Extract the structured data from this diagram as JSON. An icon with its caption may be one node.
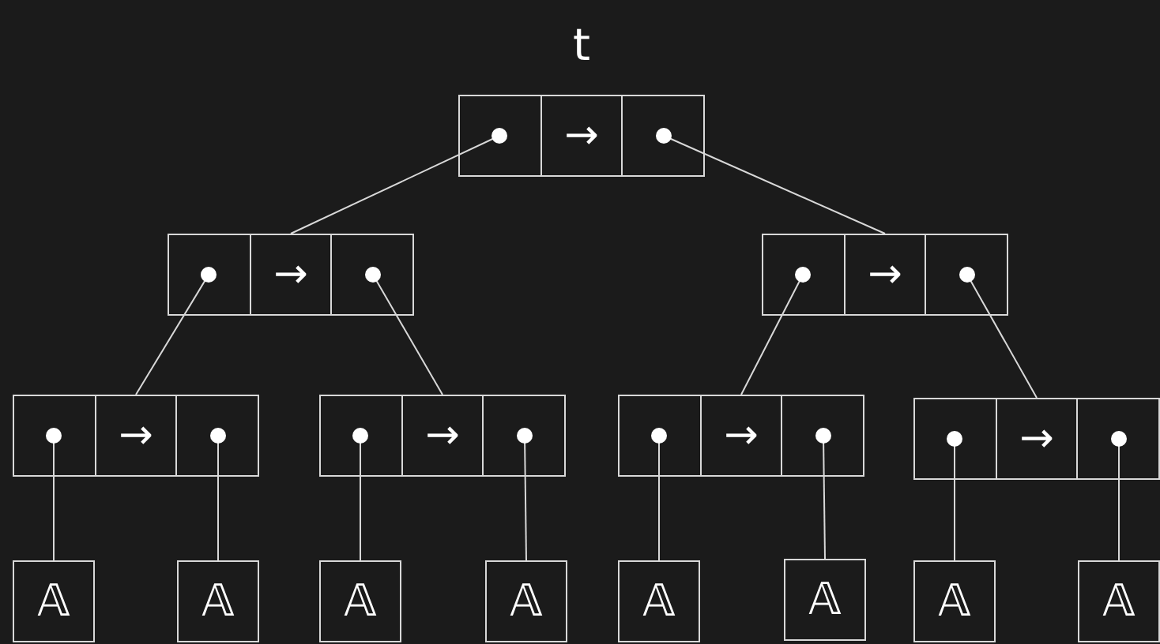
{
  "diagram": {
    "nodes": [
      {
        "text": [
          "→"
        ],
        "beside": [
          "t"
        ]
      },
      {
        "text": [
          "→"
        ]
      },
      {
        "text": [
          "→"
        ]
      },
      {
        "text": [
          "→"
        ]
      },
      {
        "text": [
          "→"
        ]
      },
      {
        "text": [
          "→"
        ]
      },
      {
        "text": [
          "→"
        ]
      },
      {
        "text": [
          "𝔸"
        ]
      },
      {
        "text": [
          "𝔸"
        ]
      },
      {
        "text": [
          "𝔸"
        ]
      },
      {
        "text": [
          "𝔸"
        ]
      },
      {
        "text": [
          "𝔸"
        ]
      },
      {
        "text": [
          "𝔸"
        ]
      },
      {
        "text": [
          "𝔸"
        ]
      },
      {
        "text": [
          "𝔸"
        ]
      }
    ],
    "edges": [
      {
        "from": 0,
        "to": 1,
        "arrow": "none"
      },
      {
        "from": 0,
        "to": 2,
        "arrow": "none"
      },
      {
        "from": 1,
        "to": 3,
        "arrow": "none"
      },
      {
        "from": 1,
        "to": 4,
        "arrow": "none"
      },
      {
        "from": 2,
        "to": 5,
        "arrow": "none"
      },
      {
        "from": 2,
        "to": 6,
        "arrow": "none"
      },
      {
        "from": 3,
        "to": 7,
        "arrow": "none"
      },
      {
        "from": 3,
        "to": 8,
        "arrow": "none"
      },
      {
        "from": 4,
        "to": 9,
        "arrow": "none"
      },
      {
        "from": 4,
        "to": 10,
        "arrow": "none"
      },
      {
        "from": 5,
        "to": 11,
        "arrow": "none"
      },
      {
        "from": 5,
        "to": 12,
        "arrow": "none"
      },
      {
        "from": 6,
        "to": 13,
        "arrow": "none"
      },
      {
        "from": 6,
        "to": 14,
        "arrow": "none"
      }
    ]
  }
}
